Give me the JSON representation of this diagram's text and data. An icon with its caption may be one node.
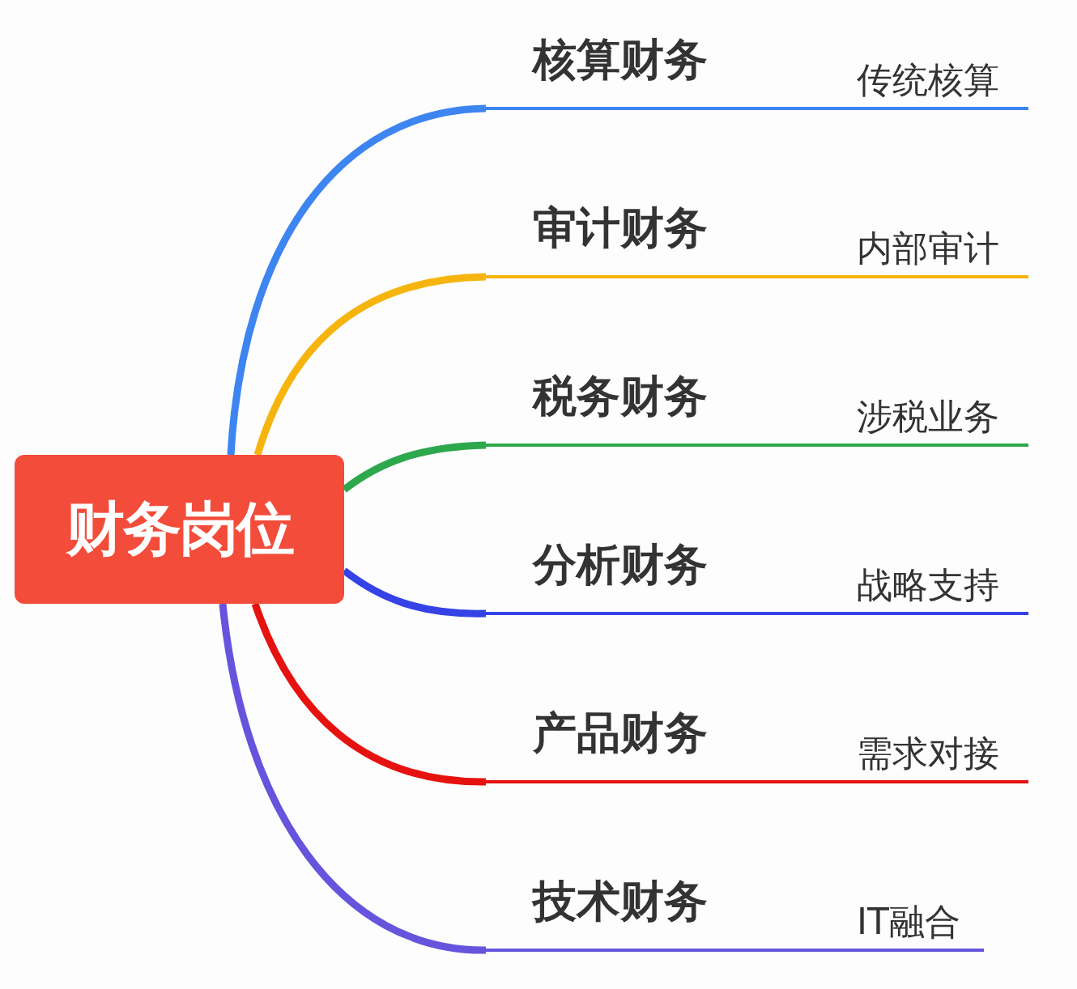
{
  "diagram": {
    "nodes": [
      {
        "text": [
          "财务岗位"
        ]
      },
      {
        "text": [
          "核算财务",
          "传统核算"
        ]
      },
      {
        "text": [
          "审计财务",
          "内部审计"
        ]
      },
      {
        "text": [
          "税务财务",
          "涉税业务"
        ]
      },
      {
        "text": [
          "分析财务",
          "战略支持"
        ]
      },
      {
        "text": [
          "产品财务",
          "需求对接"
        ]
      },
      {
        "text": [
          "技术财务",
          "IT融合"
        ]
      }
    ],
    "edges": [
      {
        "from": 0,
        "to": 1,
        "arrow": "none",
        "color": "#3d85f0"
      },
      {
        "from": 0,
        "to": 2,
        "arrow": "none",
        "color": "#f6b50e"
      },
      {
        "from": 0,
        "to": 3,
        "arrow": "none",
        "color": "#2ea84c"
      },
      {
        "from": 0,
        "to": 4,
        "arrow": "none",
        "color": "#3442e6"
      },
      {
        "from": 0,
        "to": 5,
        "arrow": "none",
        "color": "#e5120f"
      },
      {
        "from": 0,
        "to": 6,
        "arrow": "none",
        "color": "#6654dc"
      }
    ]
  }
}
